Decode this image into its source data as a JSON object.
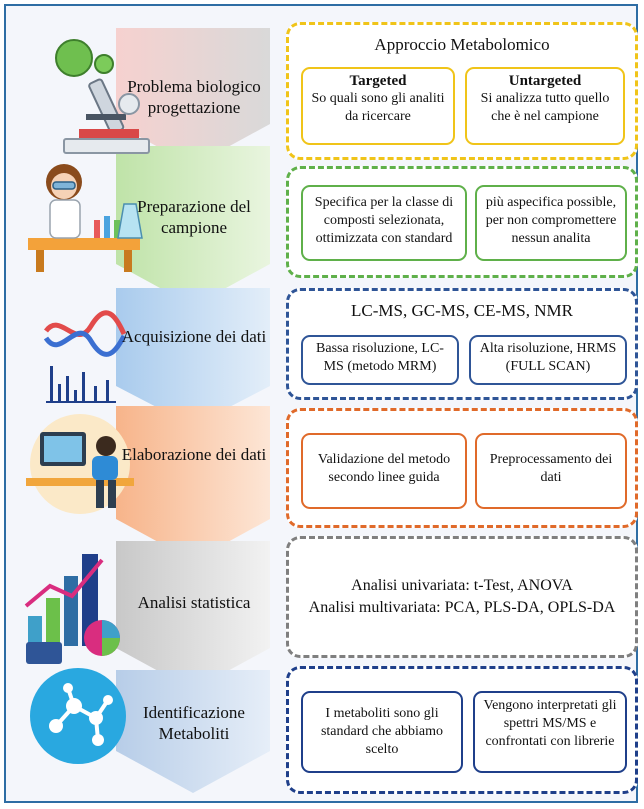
{
  "steps": [
    {
      "label": "Problema biologico progettazione"
    },
    {
      "label": "Preparazione del campione"
    },
    {
      "label": "Acquisizione dei dati"
    },
    {
      "label": "Elaborazione dei dati"
    },
    {
      "label": "Analisi statistica"
    },
    {
      "label": "Identificazione Metaboliti"
    }
  ],
  "boxes": {
    "approach": {
      "title": "Approccio Metabolomico",
      "targeted_title": "Targeted",
      "targeted_text": "So quali sono gli analiti da ricercare",
      "untargeted_title": "Untargeted",
      "untargeted_text": "Si analizza tutto quello che è nel campione"
    },
    "preparation": {
      "left": "Specifica per la classe di composti selezionata, ottimizzata con standard",
      "right": "più aspecifica possible, per non compromettere nessun analita"
    },
    "acquisition": {
      "title": "LC-MS, GC-MS, CE-MS, NMR",
      "left": "Bassa risoluzione, LC-MS (metodo MRM)",
      "right": "Alta risoluzione, HRMS (FULL SCAN)"
    },
    "processing": {
      "left": "Validazione del metodo secondo linee guida",
      "right": "Preprocessamento dei dati"
    },
    "statistics": {
      "line1": "Analisi univariata: t-Test, ANOVA",
      "line2": "Analisi multivariata: PCA, PLS-DA, OPLS-DA"
    },
    "identification": {
      "left": "I metaboliti sono gli standard che abbiamo scelto",
      "right": "Vengono interpretati gli spettri MS/MS e confrontati con librerie"
    }
  },
  "colors": {
    "frame": "#2e6da4",
    "yellow": "#f0c419",
    "green": "#5fb04a",
    "blue": "#2f5597",
    "orange": "#e06a2a",
    "gray": "#7f7f7f",
    "navy": "#1f3f8a",
    "arrow_red": "#f2b6b3",
    "arrow_green": "#bfe3a8",
    "arrow_blue": "#b9d4ef",
    "arrow_orange": "#f8c3a0",
    "arrow_gray": "#d9d9d9",
    "arrow_lightblue": "#c6d8ee"
  },
  "icons": [
    "microscope-icon",
    "scientist-icon",
    "chromatogram-icon",
    "computer-worker-icon",
    "statistics-chart-icon",
    "molecule-icon"
  ]
}
